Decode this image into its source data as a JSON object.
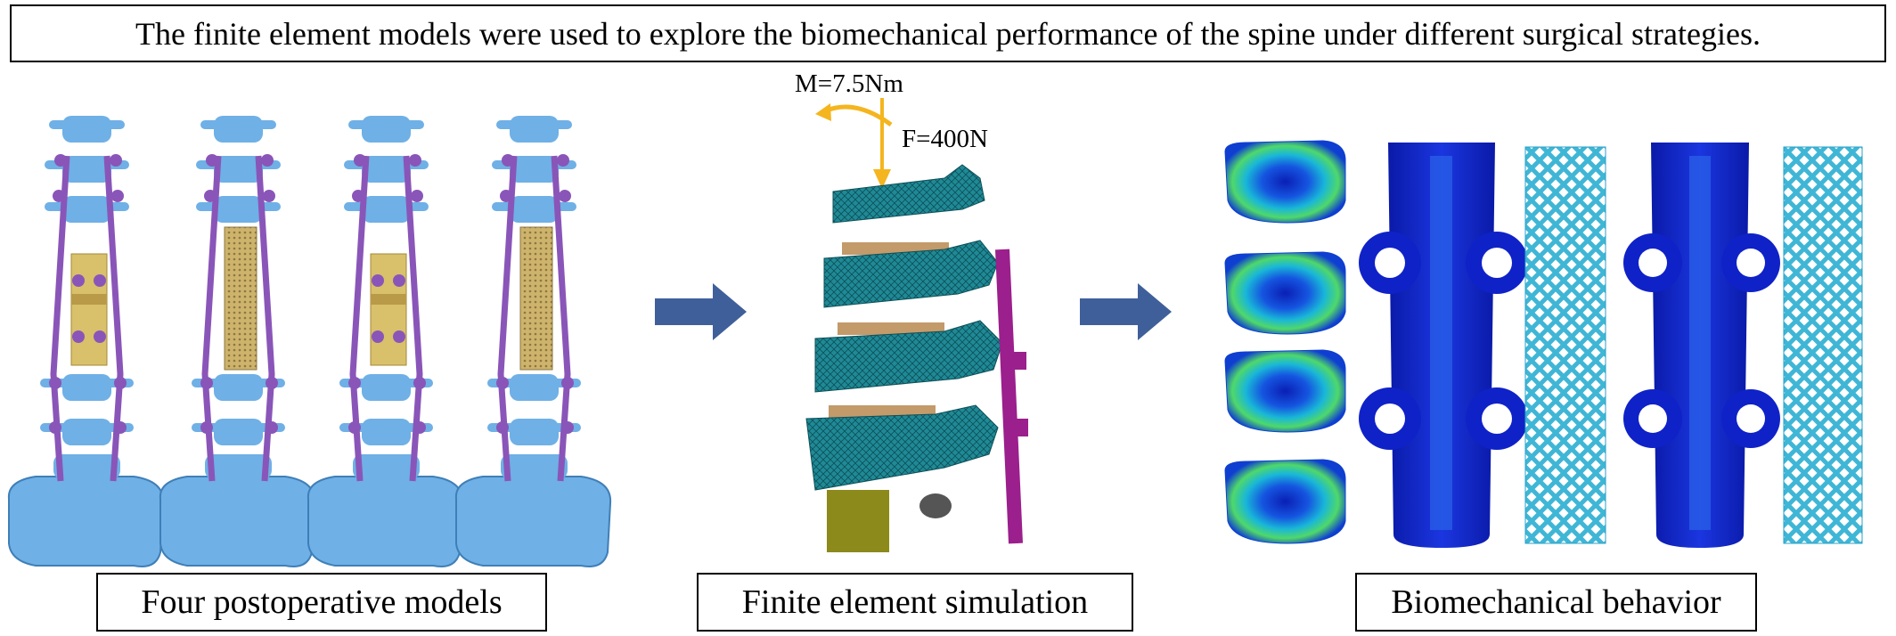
{
  "headline": "The finite element models were used to explore the biomechanical performance of the spine under different surgical strategies.",
  "captions": {
    "models": "Four postoperative models",
    "simulation": "Finite element simulation",
    "behavior": "Biomechanical behavior"
  },
  "loads": {
    "moment": "M=7.5Nm",
    "force": "F=400N"
  },
  "colors": {
    "bone": "#6fb0e6",
    "rod": "#8a55b8",
    "cage": "#d9c06a",
    "mesh_bone": "#1f8a96",
    "mesh_rod": "#9b1f8c",
    "arrow": "#3f5f9a",
    "load": "#f5b51e",
    "stress_low": "#1224c9"
  }
}
